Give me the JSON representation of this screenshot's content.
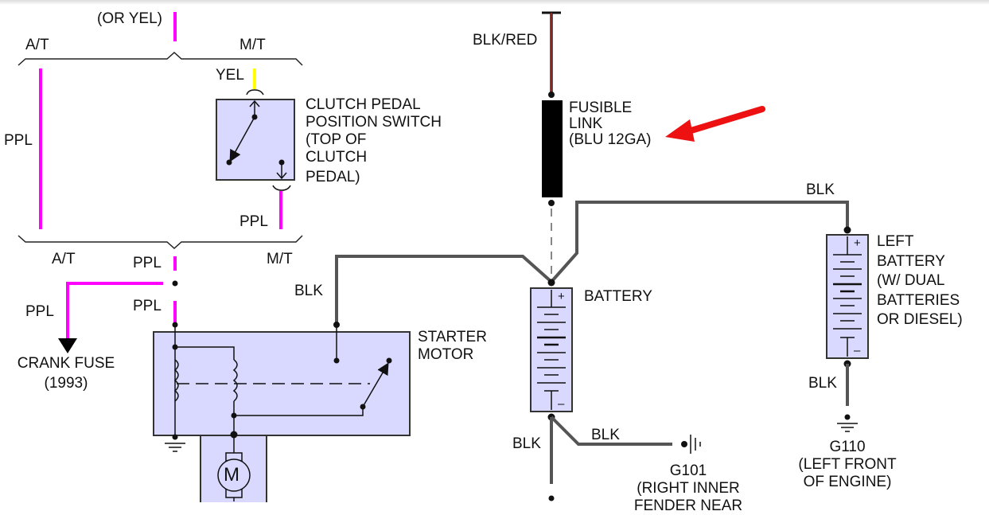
{
  "diagram": {
    "title": "Starter Motor Wiring Schematic",
    "colors": {
      "ppl_wire": "#ff00ff",
      "yel_wire": "#ffff00",
      "blk_wire": "#555555",
      "red_tracer": "#ff2020",
      "component_fill": "#d9d9ff",
      "arrow": "#ee1111"
    },
    "labels": {
      "or_yel": "(OR YEL)",
      "at_top": "A/T",
      "mt_top": "M/T",
      "ppl_left": "PPL",
      "yel": "YEL",
      "ppl_switch": "PPL",
      "at_bottom": "A/T",
      "mt_bottom": "M/T",
      "ppl_splice_top": "PPL",
      "ppl_splice_bottom": "PPL",
      "ppl_crank": "PPL",
      "blk_starter": "BLK",
      "blk_red": "BLK/RED",
      "blk_top_right": "BLK",
      "blk_battery_neg": "BLK",
      "blk_g101": "BLK",
      "blk_left_battery_neg": "BLK"
    },
    "components": {
      "clutch_switch": [
        "CLUTCH PEDAL",
        "POSITION SWITCH",
        "(TOP OF",
        "CLUTCH",
        "PEDAL)"
      ],
      "crank_fuse": [
        "CRANK FUSE",
        "(1993)"
      ],
      "starter_motor": [
        "STARTER",
        "MOTOR"
      ],
      "motor_symbol": "M",
      "fusible_link": [
        "FUSIBLE",
        "LINK",
        "(BLU 12GA)"
      ],
      "battery": "BATTERY",
      "left_battery": [
        "LEFT",
        "BATTERY",
        "(W/ DUAL",
        "BATTERIES",
        "OR DIESEL)"
      ],
      "g101": [
        "G101",
        "(RIGHT INNER",
        "FENDER NEAR"
      ],
      "g110": [
        "G110",
        "(LEFT FRONT",
        "OF ENGINE)"
      ],
      "battery_plus": "+",
      "battery_minus": "–"
    }
  }
}
